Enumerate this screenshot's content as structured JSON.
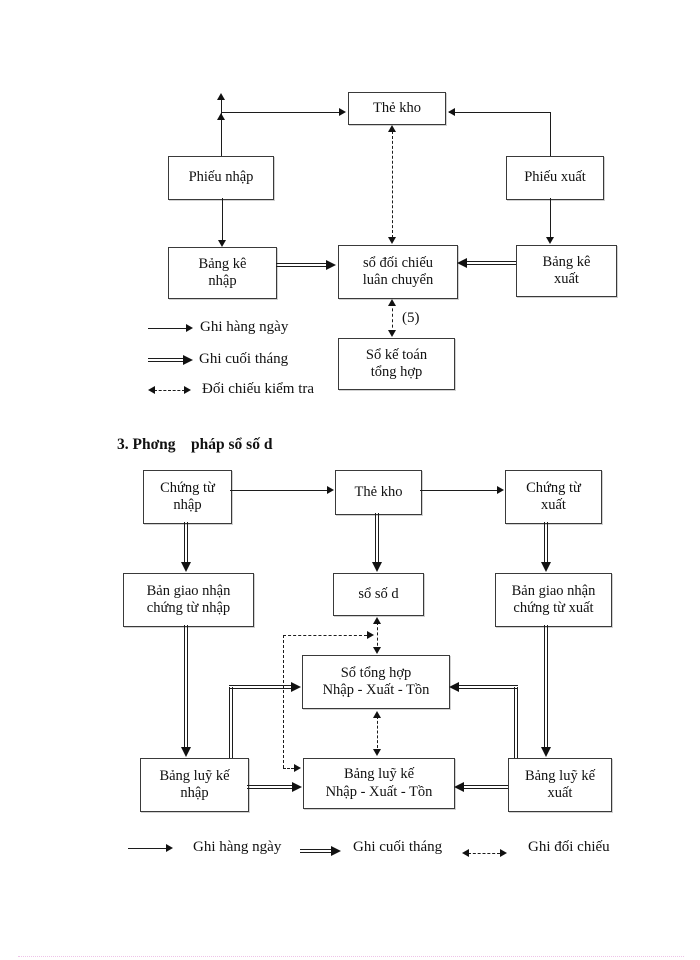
{
  "diagram1": {
    "boxes": {
      "the_kho": "Thẻ kho",
      "phieu_nhap": "Phiếu nhập",
      "phieu_xuat": "Phiếu xuất",
      "bang_ke_nhap": "Bảng kê\nnhập",
      "so_doi_chieu": "sổ đối chiếu\nluân chuyển",
      "bang_ke_xuat": "Bảng kê\nxuất",
      "so_ke_toan": "Sổ kế toán\ntổng hợp"
    },
    "annotation_5": "(5)",
    "legend": [
      {
        "style": "solid",
        "label": "Ghi hàng ngày"
      },
      {
        "style": "double",
        "label": "Ghi cuối tháng"
      },
      {
        "style": "dashed",
        "label": "Đối chiếu kiểm tra"
      }
    ]
  },
  "section_title": "3. Phơng    pháp sổ số d",
  "diagram2": {
    "boxes": {
      "chung_tu_nhap": "Chứng từ\nnhập",
      "the_kho": "Thẻ kho",
      "chung_tu_xuat": "Chứng từ\nxuất",
      "ban_giao_nhan_nhap": "Bản giao nhận\nchứng từ nhập",
      "so_so_d": "sổ số d",
      "ban_giao_nhan_xuat": "Bản giao nhận\nchứng từ xuất",
      "so_tong_hop": "Sổ tổng hợp\nNhập - Xuất - Tồn",
      "bang_luy_ke_nhap": "Bảng luỹ kế\nnhập",
      "bang_luy_ke_nxt": "Bảng luỹ kế\nNhập - Xuất - Tồn",
      "bang_luy_ke_xuat": "Bảng luỹ kế\nxuất"
    },
    "legend": [
      {
        "style": "solid",
        "label": "Ghi hàng ngày"
      },
      {
        "style": "double",
        "label": "Ghi cuối tháng"
      },
      {
        "style": "dashed",
        "label": "Ghi đối chiếu"
      }
    ]
  }
}
